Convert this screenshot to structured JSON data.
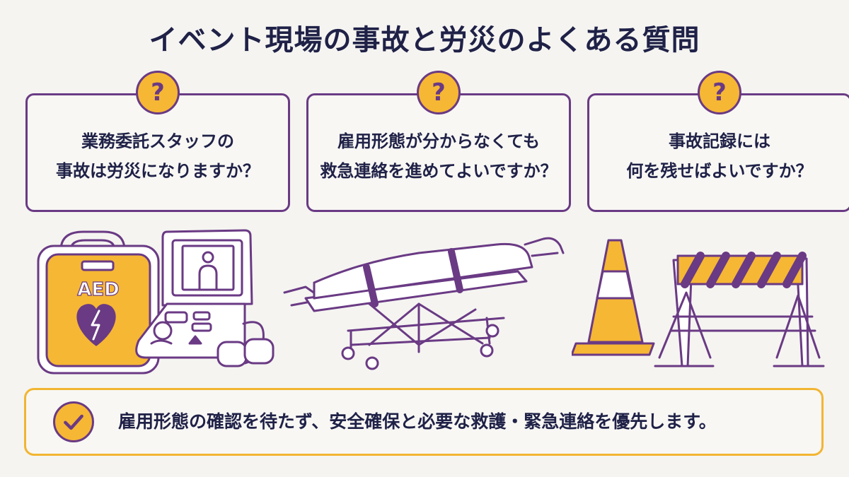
{
  "title": "イベント現場の事故と労災のよくある質問",
  "questions": [
    {
      "line1": "業務委託スタッフの",
      "line2": "事故は労災になりますか？",
      "badge": "?"
    },
    {
      "line1": "雇用形態が分からなくても",
      "line2": "救急連絡を進めてよいですか？",
      "badge": "?"
    },
    {
      "line1": "事故記録には",
      "line2": "何を残せばよいですか？",
      "badge": "?"
    }
  ],
  "aed_label": "AED",
  "answer": "雇用形態の確認を待たず、安全確保と必要な救護・緊急連絡を優先します。",
  "colors": {
    "navy": "#1f2147",
    "purple": "#6a3a84",
    "yellow": "#f6b734",
    "background": "#f5f4f1"
  }
}
